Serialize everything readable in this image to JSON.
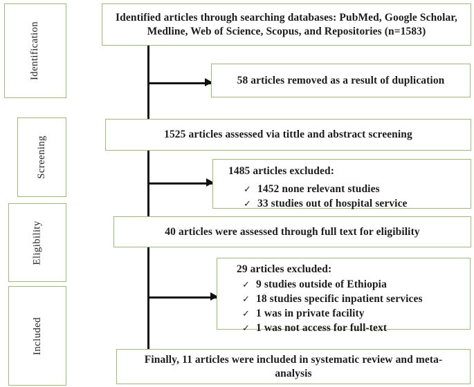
{
  "diagram": {
    "title": "PRISMA study selection flow diagram",
    "border_color": "#9cb87a",
    "connector_color": "#111111"
  },
  "stages": [
    {
      "label": "Identification"
    },
    {
      "label": "Screening"
    },
    {
      "label": "Eligibility"
    },
    {
      "label": "Included"
    }
  ],
  "nodes": {
    "identified": {
      "line1": "Identified articles through searching databases: PubMed, Google Scholar,",
      "line2": "Medline, Web of Science, Scopus, and Repositories (n=1583)"
    },
    "duplicates_removed": {
      "text": "58 articles removed as a result of duplication"
    },
    "screened": {
      "text": "1525 articles assessed via tittle and abstract screening"
    },
    "screening_excluded": {
      "heading": "1485 articles excluded:",
      "items": [
        "1452 none relevant studies",
        "33 studies out of hospital service"
      ]
    },
    "fulltext_assessed": {
      "text": "40 articles were assessed through full text for eligibility"
    },
    "fulltext_excluded": {
      "heading": "29  articles excluded:",
      "items": [
        "9 studies outside of Ethiopia",
        "18 studies specific inpatient services",
        "1 was in private facility",
        "1 was not access for full-text"
      ]
    },
    "included": {
      "line1": "Finally, 11 articles were included in systematic review and meta-",
      "line2": "analysis"
    }
  },
  "icons": {
    "checkmark": "✓"
  }
}
